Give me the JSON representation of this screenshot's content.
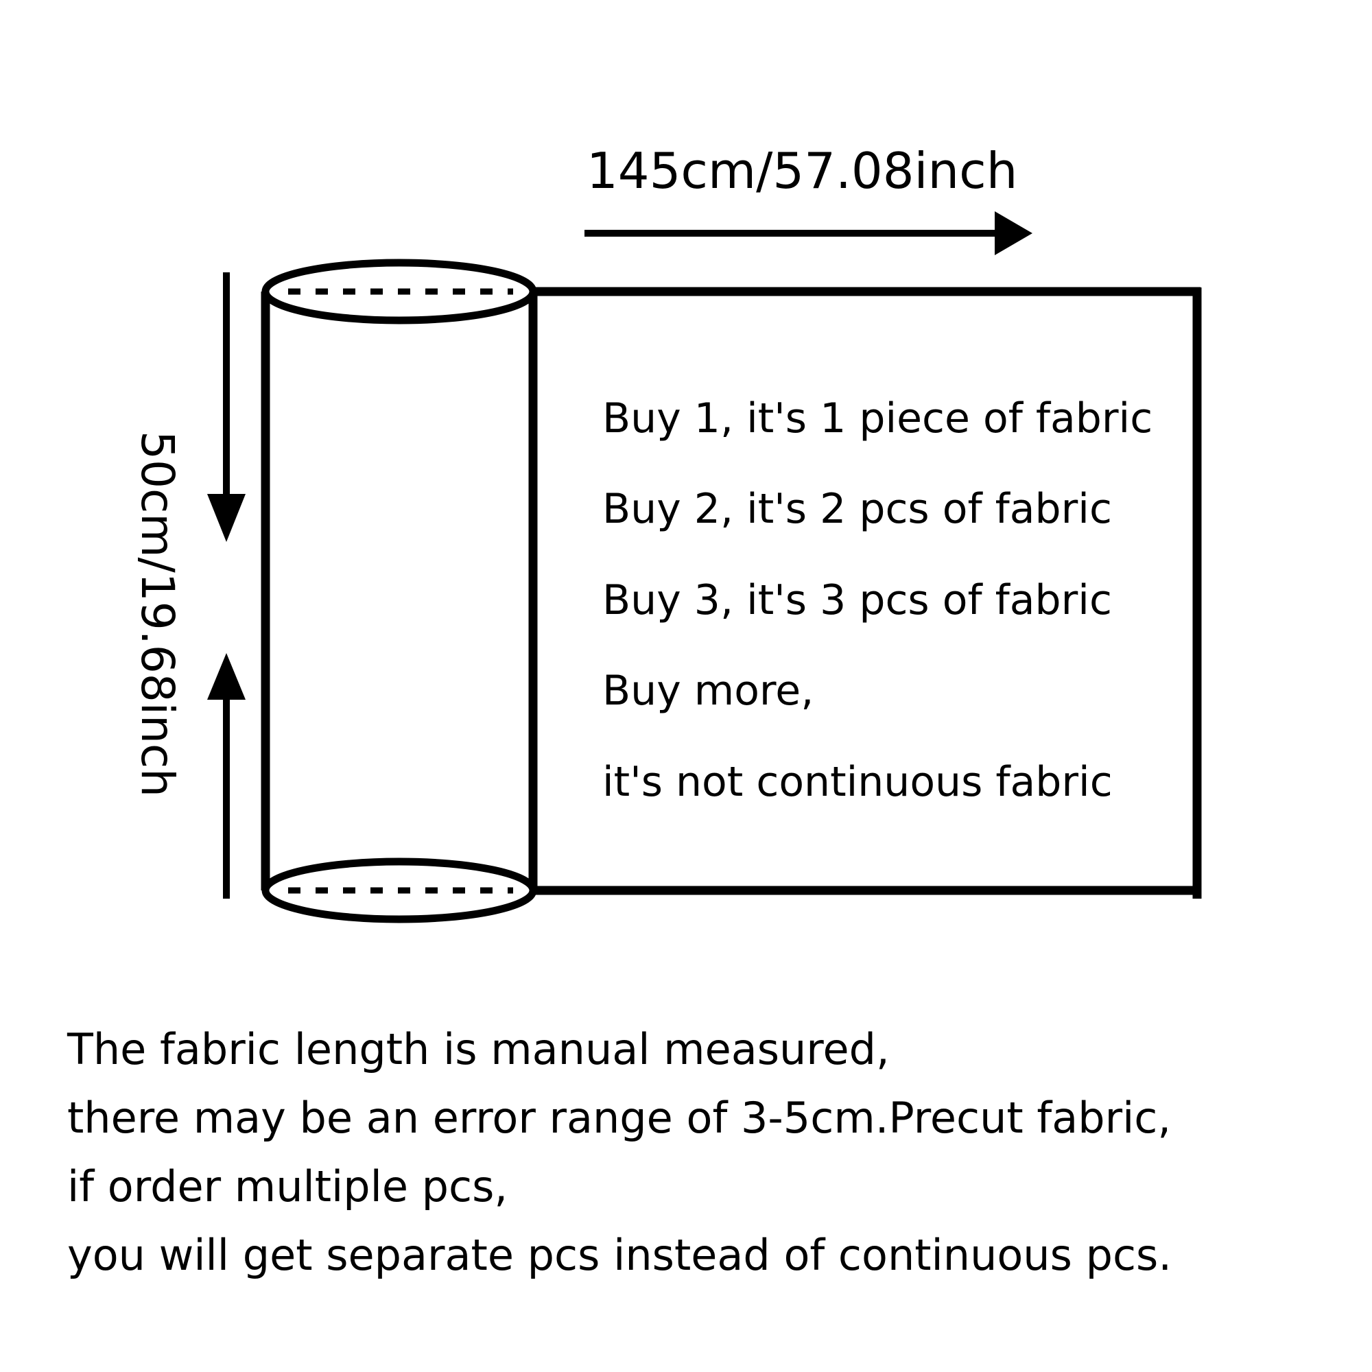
{
  "dimensions": {
    "width_label": "145cm/57.08inch",
    "height_label": "50cm/19.68inch"
  },
  "purchase_info": [
    "Buy 1, it's 1 piece of fabric",
    "Buy 2, it's 2 pcs of fabric",
    "Buy 3, it's 3 pcs of fabric",
    "Buy more,",
    "it's not continuous fabric"
  ],
  "notes": [
    "The fabric length is manual measured,",
    "there may be an error range of 3-5cm.Precut fabric,",
    "if order multiple pcs,",
    "you will get separate pcs instead of continuous pcs."
  ],
  "colors": {
    "line": "#000000",
    "background": "#ffffff"
  }
}
